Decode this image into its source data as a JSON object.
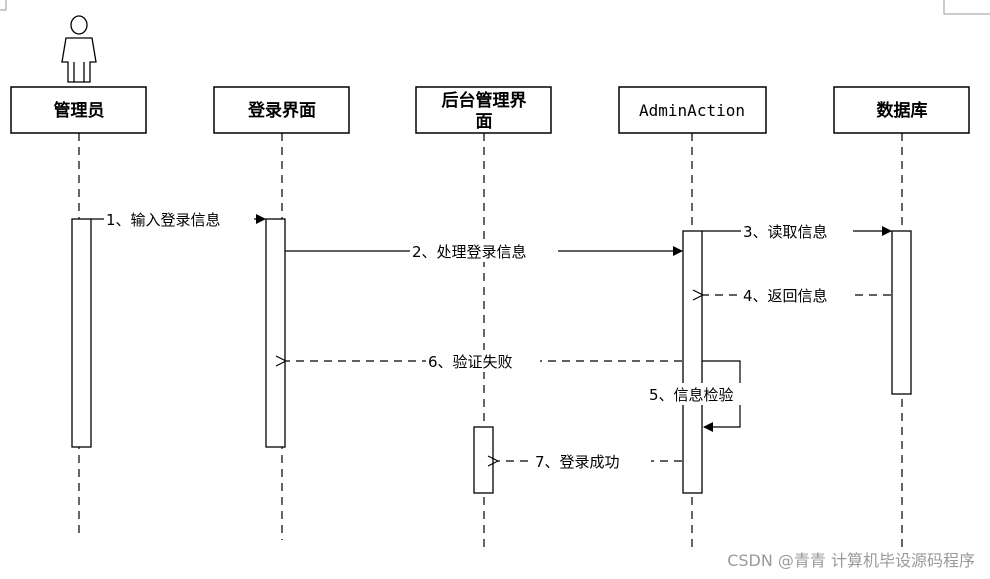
{
  "actors": {
    "admin": "管理员",
    "login_ui": "登录界面",
    "backend_ui_line1": "后台管理界",
    "backend_ui_line2": "面",
    "admin_action": "AdminAction",
    "database": "数据库"
  },
  "messages": {
    "m1": "1、输入登录信息",
    "m2": "2、处理登录信息",
    "m3": "3、读取信息",
    "m4": "4、返回信息",
    "m5": "5、信息检验",
    "m6": "6、验证失败",
    "m7": "7、登录成功"
  },
  "watermark": "CSDN @青青  计算机毕设源码程序"
}
